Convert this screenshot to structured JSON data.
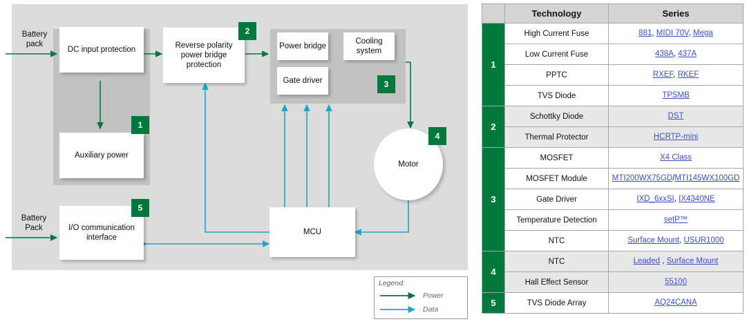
{
  "colors": {
    "brand_green": "#00793e",
    "power_arrow": "#00793e",
    "data_arrow": "#1aa7c8",
    "diagram_bg": "#dcdcdc",
    "group_box": "#c2c2c2",
    "link_blue": "#3c50c8",
    "table_header_bg": "#d4d4d4",
    "row_shade": "#e8e8e8"
  },
  "diagram": {
    "nodes": {
      "dc_input_protection": "DC input protection",
      "auxiliary_power": "Auxiliary power",
      "reverse_polarity": "Reverse polarity power bridge protection",
      "power_bridge": "Power bridge",
      "cooling_system": "Cooling system",
      "gate_driver": "Gate driver",
      "motor": "Motor",
      "mcu": "MCU",
      "io_interface": "I/O communication interface"
    },
    "edge_labels": {
      "battery_pack_top": "Battery pack",
      "battery_pack_bottom": "Battery Pack"
    },
    "badges": [
      "1",
      "2",
      "3",
      "4",
      "5"
    ],
    "legend": {
      "title": "Legend:",
      "power": "Power",
      "data": "Data"
    }
  },
  "table": {
    "headers": [
      "",
      "Technology",
      "Series"
    ],
    "rows": [
      {
        "group": "1",
        "group_span": 4,
        "shade": false,
        "technology": "High Current Fuse",
        "series": [
          {
            "text": "881",
            "link": true
          },
          {
            "text": ", ",
            "link": false
          },
          {
            "text": "MIDI 70V",
            "link": true
          },
          {
            "text": ", ",
            "link": false
          },
          {
            "text": "Mega",
            "link": true
          }
        ]
      },
      {
        "shade": false,
        "technology": "Low Current Fuse",
        "series": [
          {
            "text": "438A",
            "link": true
          },
          {
            "text": ", ",
            "link": false
          },
          {
            "text": "437A",
            "link": true
          }
        ]
      },
      {
        "shade": false,
        "technology": "PPTC",
        "series": [
          {
            "text": "RXEF",
            "link": true
          },
          {
            "text": ", ",
            "link": false
          },
          {
            "text": "RKEF",
            "link": true
          }
        ]
      },
      {
        "shade": false,
        "technology": "TVS Diode",
        "series": [
          {
            "text": "TPSMB",
            "link": true
          }
        ]
      },
      {
        "group": "2",
        "group_span": 2,
        "shade": true,
        "technology": "Schottky Diode",
        "series": [
          {
            "text": "DST",
            "link": true
          }
        ]
      },
      {
        "shade": true,
        "technology": "Thermal Protector",
        "series": [
          {
            "text": "HCRTP-mini",
            "link": true
          }
        ]
      },
      {
        "group": "3",
        "group_span": 5,
        "shade": false,
        "technology": "MOSFET",
        "series": [
          {
            "text": "X4 Class",
            "link": true
          }
        ]
      },
      {
        "shade": false,
        "technology": "MOSFET Module",
        "series": [
          {
            "text": "MTI200WX75GD",
            "link": true
          },
          {
            "text": "/",
            "link": false
          },
          {
            "text": "MTI145WX100GD",
            "link": true
          }
        ]
      },
      {
        "shade": false,
        "technology": "Gate Driver",
        "series": [
          {
            "text": "IXD_6xxSI",
            "link": true
          },
          {
            "text": ", ",
            "link": false
          },
          {
            "text": "IX4340NE",
            "link": true
          }
        ]
      },
      {
        "shade": false,
        "technology": "Temperature Detection",
        "series": [
          {
            "text": "setP™",
            "link": true
          }
        ]
      },
      {
        "shade": false,
        "technology": "NTC",
        "series": [
          {
            "text": "Surface Mount",
            "link": true
          },
          {
            "text": ", ",
            "link": false
          },
          {
            "text": "USUR1000",
            "link": true
          }
        ]
      },
      {
        "group": "4",
        "group_span": 2,
        "shade": true,
        "technology": "NTC",
        "series": [
          {
            "text": "Leaded",
            "link": true
          },
          {
            "text": " , ",
            "link": false
          },
          {
            "text": "Surface Mount",
            "link": true
          }
        ]
      },
      {
        "shade": true,
        "technology": "Hall Effect Sensor",
        "series": [
          {
            "text": "55100",
            "link": true
          }
        ]
      },
      {
        "group": "5",
        "group_span": 1,
        "shade": false,
        "technology": "TVS Diode Array",
        "series": [
          {
            "text": "AQ24CANA",
            "link": true
          }
        ]
      }
    ]
  }
}
